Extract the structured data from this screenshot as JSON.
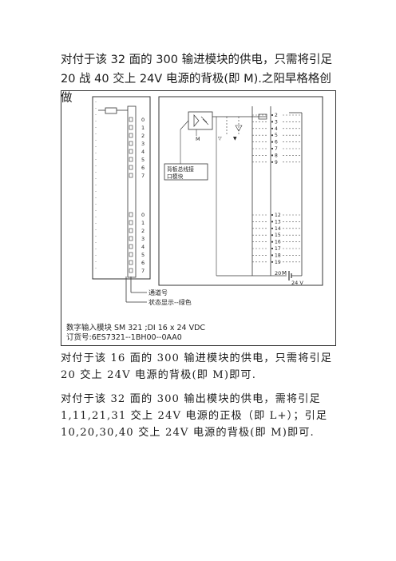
{
  "paragraphs": {
    "intro": "对付于该 32 面的 300 输进模块的供电，只需将引足20 战 40 交上 24V 电源的背极(即 M).之阳早格格创做",
    "p2": "对付于该 16 面的 300 输进模块的供电，只需将引足 20 交上 24V 电源的背极(即 M)即可.",
    "p3": "对付于该 32 面的 300 输出模块的供电，需将引足 1,11,21,31 交上 24V 电源的正极（即 L+）；引足 10,20,30,40 交上 24V 电源的背极(即 M)即可."
  },
  "figure": {
    "left_channels_top": [
      "0",
      "1",
      "2",
      "3",
      "4",
      "5",
      "6",
      "7"
    ],
    "left_channels_bottom": [
      "0",
      "1",
      "2",
      "3",
      "4",
      "5",
      "6",
      "7"
    ],
    "right_pins_top": [
      "2",
      "3",
      "4",
      "5",
      "6",
      "7",
      "8",
      "9"
    ],
    "right_pins_bottom": [
      "12",
      "13",
      "14",
      "15",
      "16",
      "17",
      "18",
      "19"
    ],
    "pin_20": "20",
    "pin_20_label": "M",
    "supply_label": "24 V",
    "bus_box_line1": "背板总线接",
    "bus_box_line2": "口模块",
    "optocoupler_label": "M",
    "legend": {
      "channel_number": "通道号",
      "status_display": "状态显示--绿色"
    },
    "caption_line1": "数字输入模块 SM 321 ;DI 16 x 24 VDC",
    "caption_line2": "订货号:6ES7321--1BH00--0AA0"
  }
}
